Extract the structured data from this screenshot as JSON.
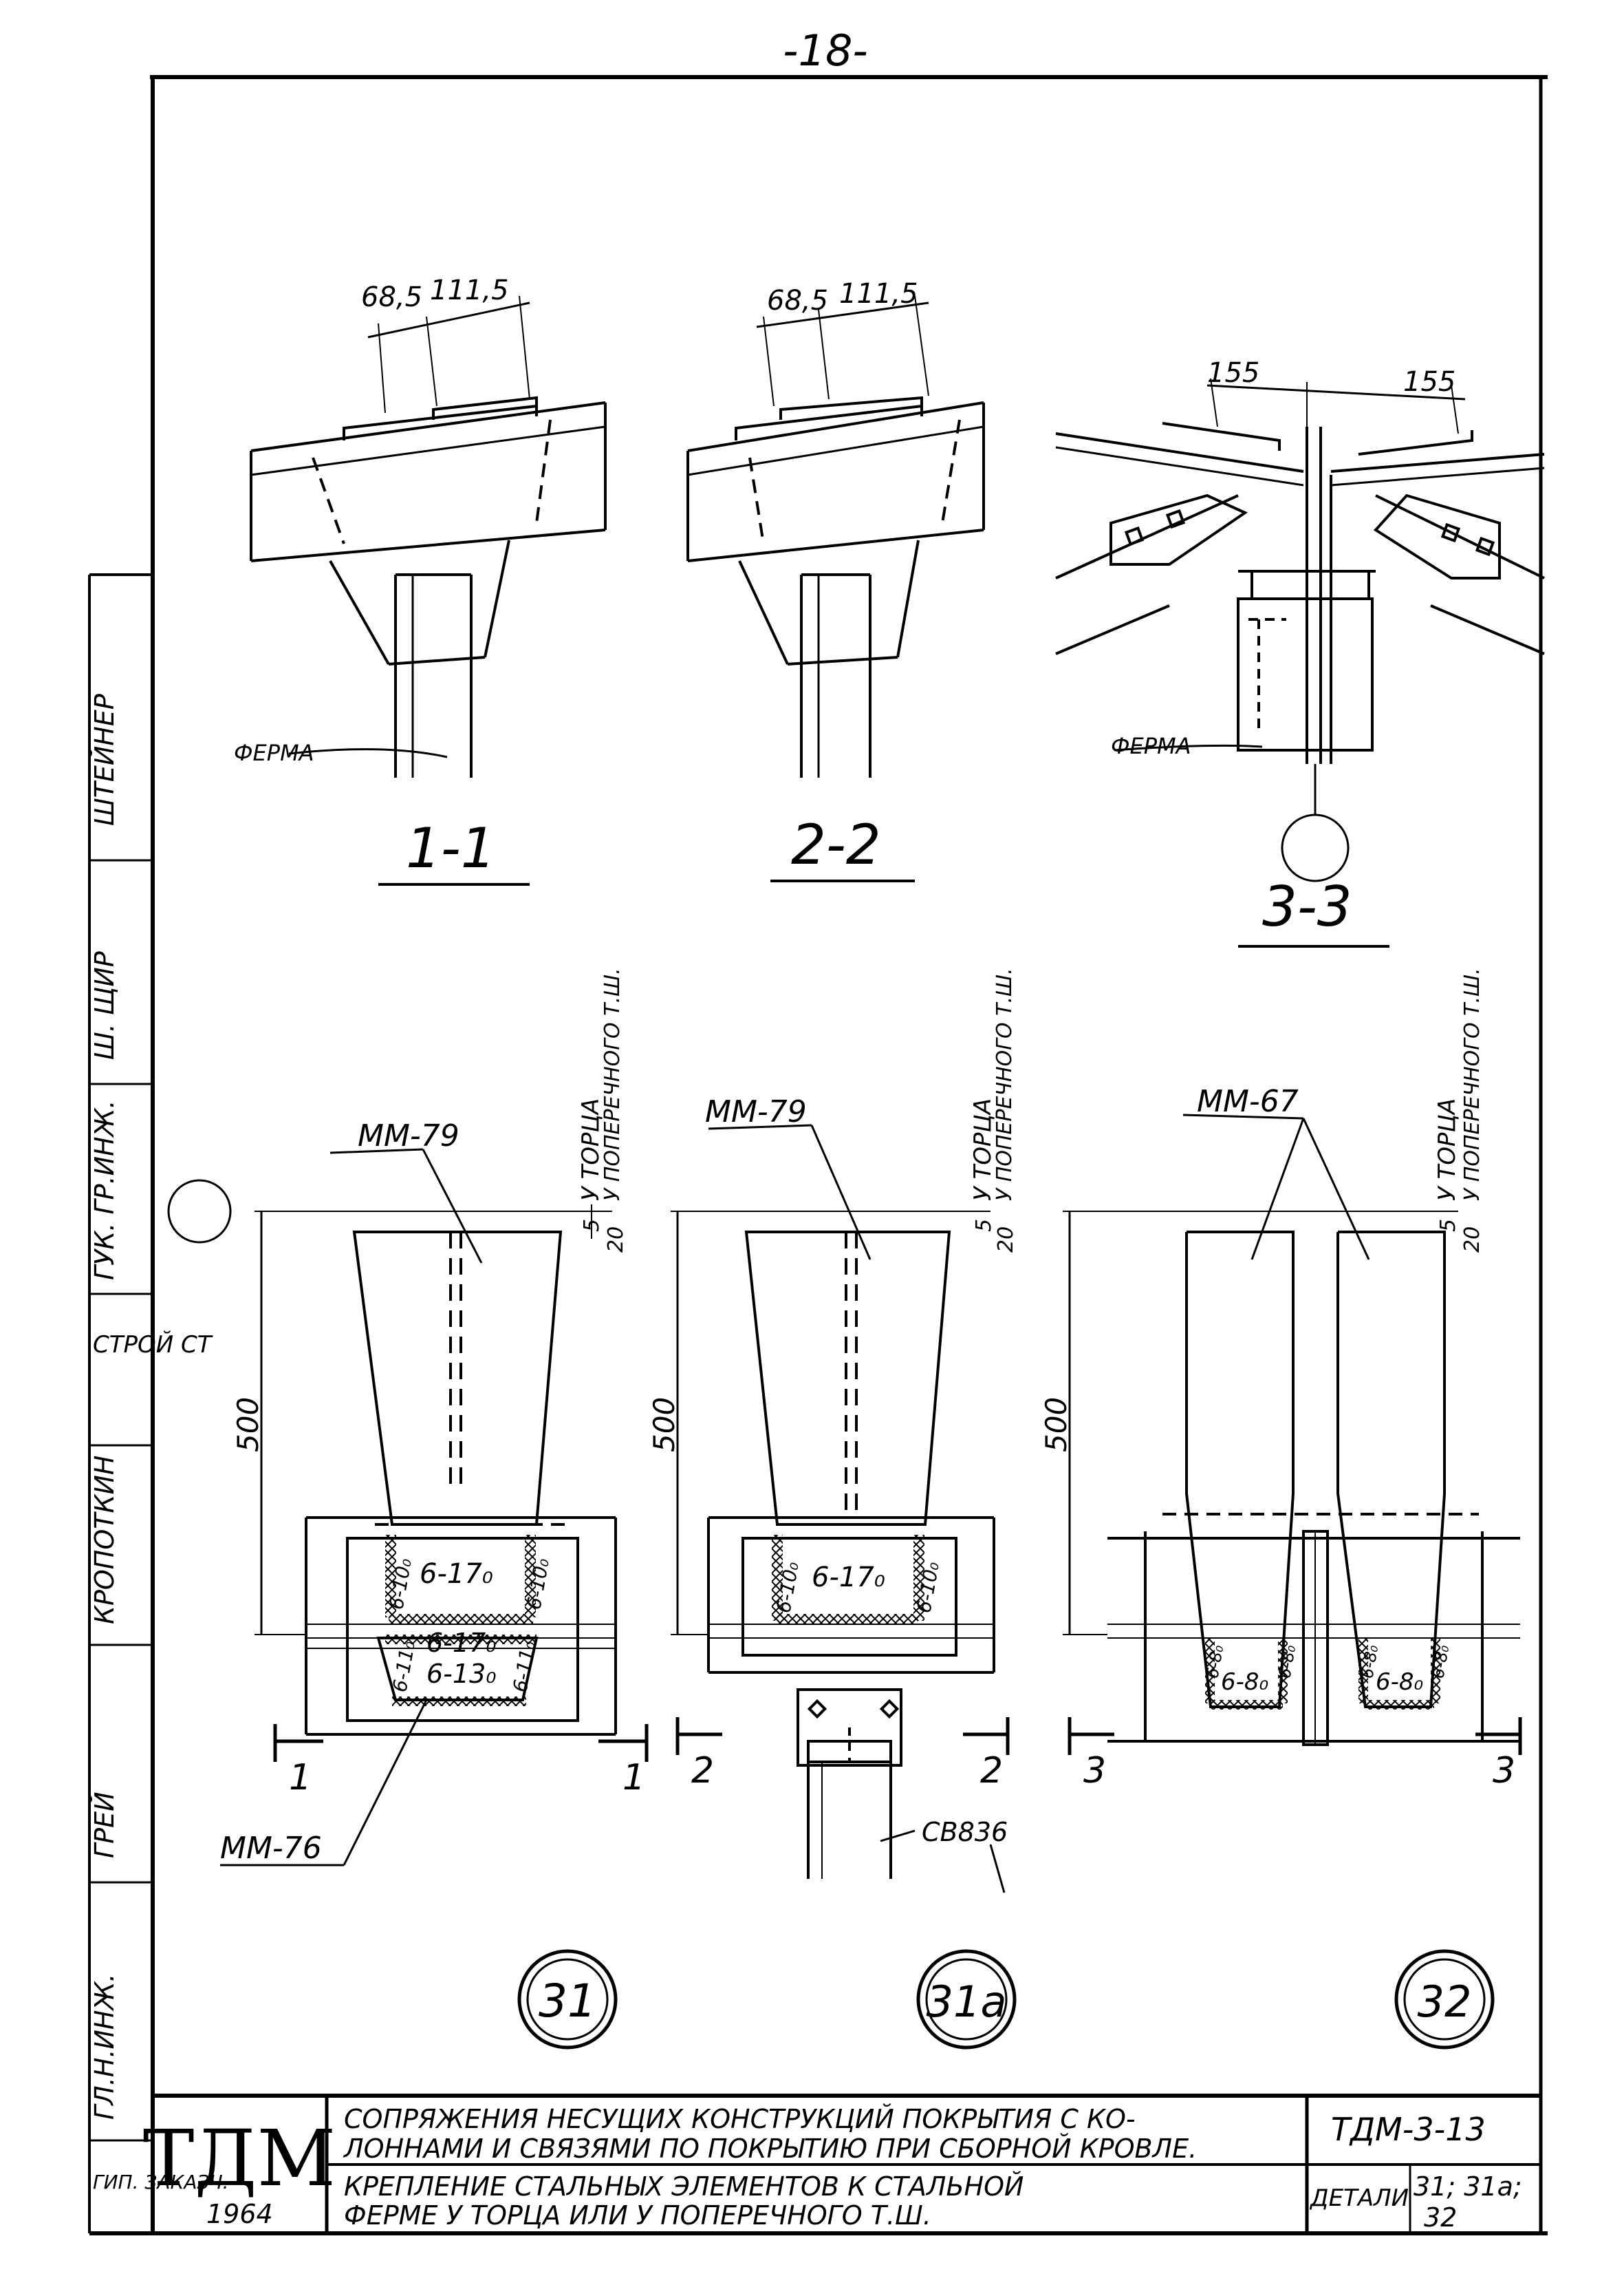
{
  "page_number": "-18-",
  "margin_stamps": [
    "ШТЕЙНЕР",
    "Ш. ЩИР",
    "ГУК. ГР.ИНЖ.",
    "СТРОЙ\nСТ",
    "КРОПОТКИН",
    "ГРЕЙ",
    "ГЛ.Н.ИНЖ."
  ],
  "sections": {
    "s11": {
      "label": "1-1",
      "dim_left": "68,5",
      "dim_right": "111,5",
      "ferma": "ФЕРМА"
    },
    "s22": {
      "label": "2-2",
      "dim_left": "68,5",
      "dim_right": "111,5"
    },
    "s33": {
      "label": "3-3",
      "dim_left": "155",
      "dim_right": "155",
      "ferma": "ФЕРМА"
    }
  },
  "plans": {
    "p31": {
      "element_top": "ММ-79",
      "element_bottom": "ММ-76",
      "height": "500",
      "dim_top_a": "5",
      "dim_top_b": "20",
      "note_a": "У ТОРЦА",
      "note_b": "У ПОПЕРЕЧНОГО Т.Ш.",
      "weld_1": "6-17₀",
      "weld_2": "6-10₀",
      "weld_3": "6-10₀",
      "weld_4": "6-17₀",
      "weld_5": "6-11₀",
      "weld_6": "6-11₀",
      "weld_7": "6-13₀",
      "cut_left": "1",
      "cut_right": "1",
      "detail": "31"
    },
    "p31a": {
      "element_top": "ММ-79",
      "element_bottom": "СВ836",
      "height": "500",
      "dim_top_a": "5",
      "dim_top_b": "20",
      "note_a": "У ТОРЦА",
      "note_b": "У ПОПЕРЕЧНОГО Т.Ш.",
      "weld_1": "6-17₀",
      "weld_2": "6-10₀",
      "weld_3": "6-10₀",
      "cut_left": "2",
      "cut_right": "2",
      "detail": "31а"
    },
    "p32": {
      "element_top": "ММ-67",
      "height": "500",
      "dim_top_a": "5",
      "dim_top_b": "20",
      "note_a": "У ТОРЦА",
      "note_b": "У ПОПЕРЕЧНОГО Т.Ш.",
      "weld_1": "6-8₀",
      "weld_2": "6-8₀",
      "weld_3": "6-8₀",
      "weld_4": "6-8₀",
      "weld_5": "6-8₀",
      "weld_6": "6-8₀",
      "cut_left": "3",
      "cut_right": "3",
      "detail": "32"
    }
  },
  "title_block": {
    "logo": "ТДМ",
    "year": "1964",
    "title_1": "СОПРЯЖЕНИЯ НЕСУЩИХ КОНСТРУКЦИЙ ПОКРЫТИЯ С КО-",
    "title_2": "ЛОННАМИ И СВЯЗЯМИ ПО ПОКРЫТИЮ ПРИ СБОРНОЙ КРОВЛЕ.",
    "subtitle_1": "КРЕПЛЕНИЕ СТАЛЬНЫХ ЭЛЕМЕНТОВ К СТАЛЬНОЙ",
    "subtitle_2": "ФЕРМЕ У ТОРЦА ИЛИ У ПОПЕРЕЧНОГО Т.Ш.",
    "code": "ТДМ-3-13",
    "detail_label": "ДЕТАЛИ",
    "detail_value_1": "31; 31а;",
    "detail_value_2": "32",
    "left_stamp": "ГИП.\nЗАКАЗЧ."
  }
}
